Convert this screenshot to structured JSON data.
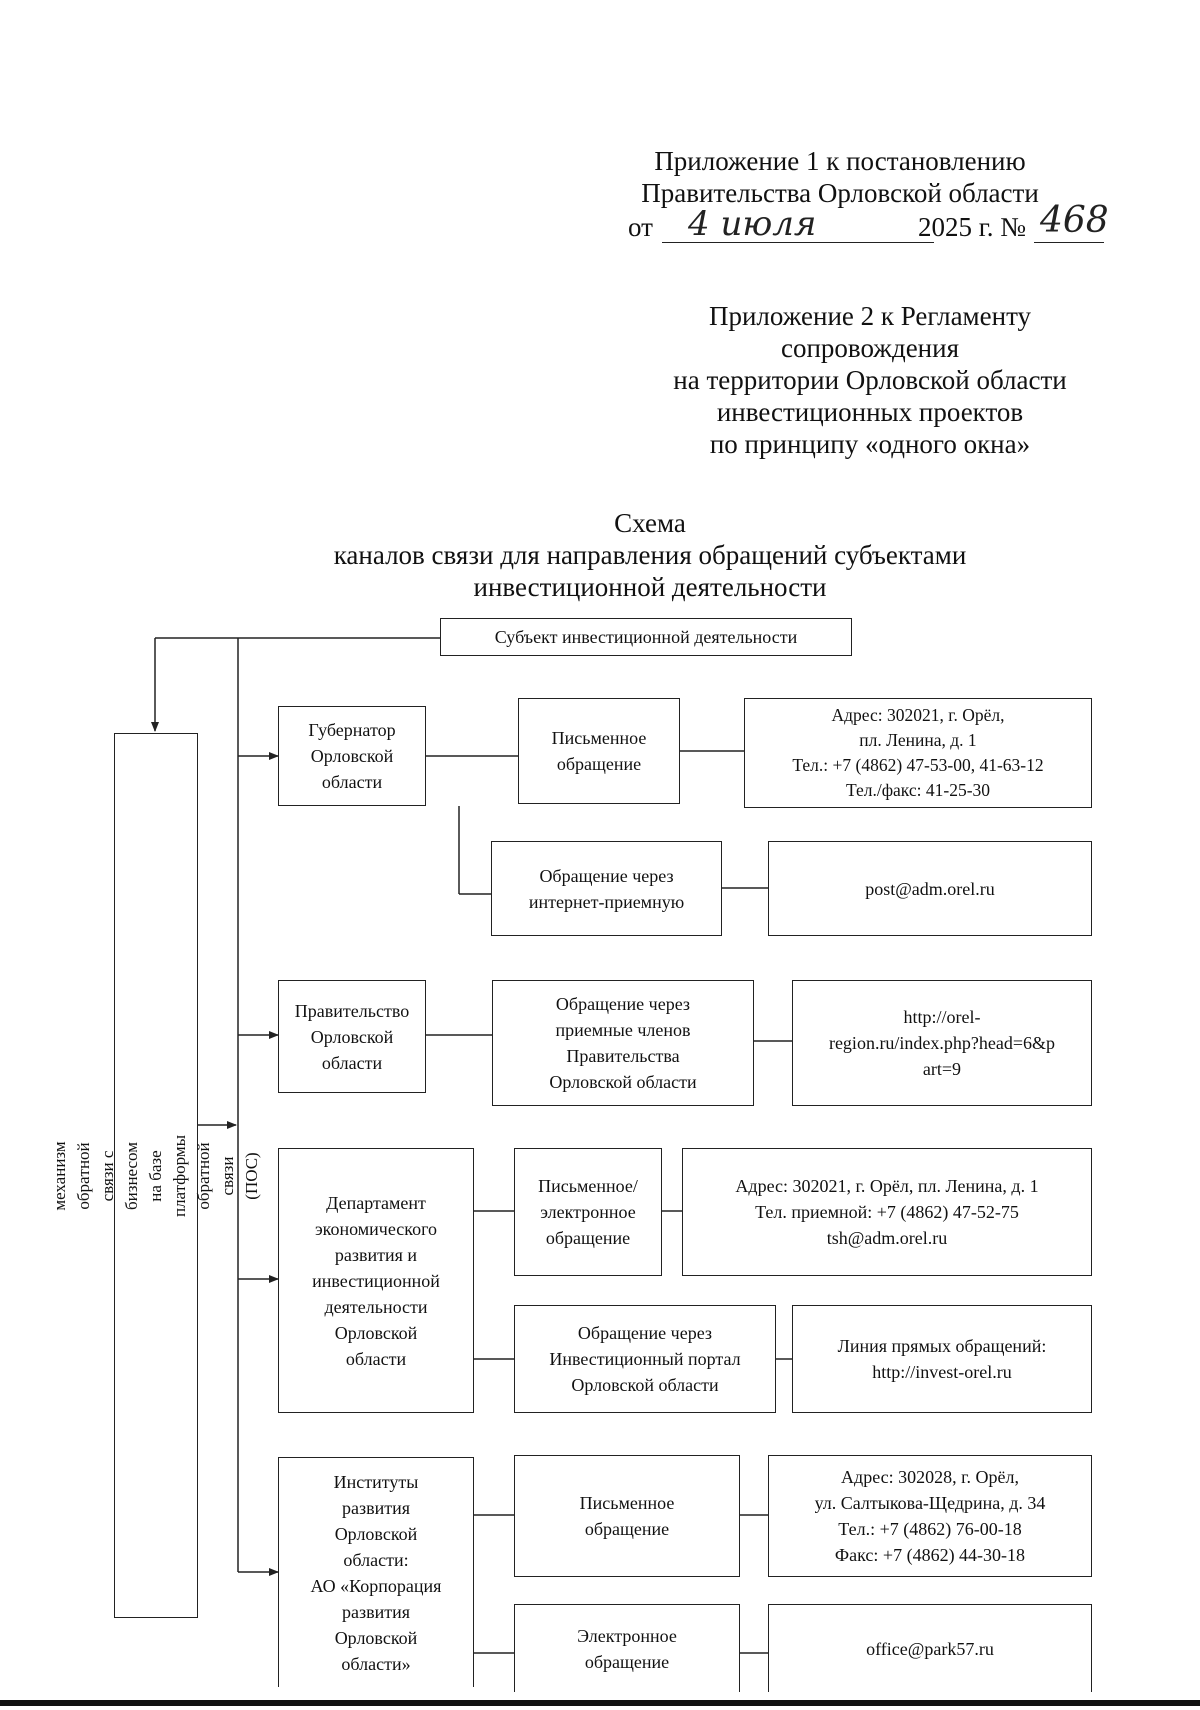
{
  "header": {
    "appendix1_line1": "Приложение 1 к постановлению",
    "appendix1_line2": "Правительства Орловской области",
    "date_prefix": "от",
    "date_handwritten": "4 июля",
    "year_text": "2025 г. №",
    "number_handwritten": "468",
    "appendix2_lines": [
      "Приложение 2 к Регламенту",
      "сопровождения",
      "на территории Орловской области",
      "инвестиционных проектов",
      "по принципу «одного окна»"
    ]
  },
  "title": {
    "line1": "Схема",
    "line2": "каналов связи для направления обращений субъектами",
    "line3": "инвестиционной деятельности"
  },
  "diagram": {
    "subject": "Субъект инвестиционной деятельности",
    "pos": "механизм обрaтной связи с бизнесом на базе\nплатформы обрaтной связи (ПОС)",
    "groups": [
      {
        "org": "Губернатор\nОрловской\nобласти",
        "channels": [
          {
            "type": "Письменное\nобращение",
            "contact": "Адрес: 302021, г. Орёл,\nпл. Ленина, д. 1\nТел.: +7 (4862) 47-53-00, 41-63-12\nТел./факс: 41-25-30"
          },
          {
            "type": "Обращение через\nинтернет-приемную",
            "contact": "post@adm.orel.ru"
          }
        ]
      },
      {
        "org": "Правительство\nОрловской\nобласти",
        "channels": [
          {
            "type": "Обращение через\nприемные членов\nПравительства\nОрловской области",
            "contact": "http://orel-\nregion.ru/index.php?head=6&p\nart=9"
          }
        ]
      },
      {
        "org": "Департамент\nэкономического\nразвития и\nинвестиционной\nдеятельности\nОрловской\nобласти",
        "channels": [
          {
            "type": "Письменное/\nэлектронное\nобращение",
            "contact": "Адрес: 302021, г. Орёл, пл. Ленина, д. 1\nТел. приемной: +7 (4862) 47-52-75\ntsh@adm.orel.ru"
          },
          {
            "type": "Обращение через\nИнвестиционный портал\nОрловской области",
            "contact": "Линия прямых обращений:\nhttp://invest-orel.ru"
          }
        ]
      },
      {
        "org": "Институты\nразвития\nОрловской\nобласти:\nАО «Корпорация\nразвития\nОрловской\nобласти»",
        "channels": [
          {
            "type": "Письменное\nобращение",
            "contact": "Адрес: 302028, г. Орёл,\nул. Салтыкова-Щедрина, д. 34\nТел.: +7 (4862) 76-00-18\nФакс: +7 (4862) 44-30-18"
          },
          {
            "type": "Электронное\nобращение",
            "contact": "office@park57.ru"
          }
        ]
      }
    ]
  }
}
